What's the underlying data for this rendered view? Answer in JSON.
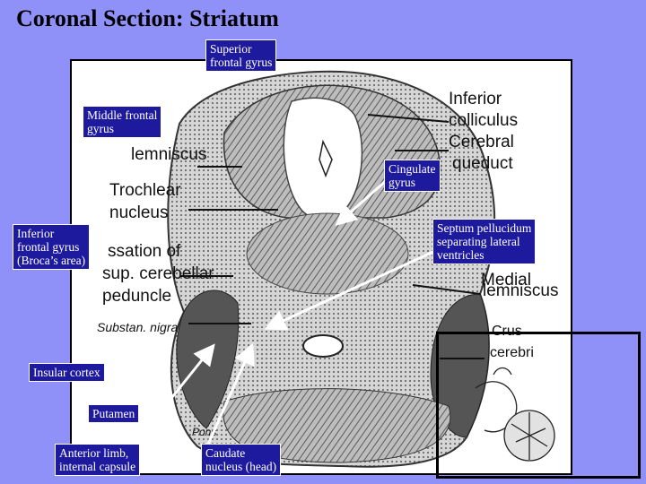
{
  "title": "Coronal Section: Striatum",
  "labels": {
    "superior_frontal": "Superior\nfrontal gyrus",
    "middle_frontal": "Middle frontal\ngyrus",
    "cingulate": "Cingulate\ngyrus",
    "septum": "Septum pellucidum\nseparating lateral\nventricles",
    "inferior_frontal": "Inferior\nfrontal gyrus\n(Broca’s area)",
    "insular": "Insular cortex",
    "putamen": "Putamen",
    "anterior_limb": "Anterior limb,\ninternal capsule",
    "caudate": "Caudate\nnucleus (head)"
  },
  "photo_text": {
    "inferior": "Inferior",
    "colliculus": "colliculus",
    "cerebral": "Cerebral",
    "aqueduct": "queduct",
    "lemniscus_top": "lemniscus",
    "trochlear": "Trochlear",
    "nucleus": "nucleus",
    "decussation": "ssation of",
    "sup_cerebellar": "sup. cerebellar",
    "peduncle": "peduncle",
    "medial": "Medial",
    "lemniscus": "lemniscus",
    "substan_nigra": "Substan. nigra",
    "crus": "Crus",
    "cerebri": "cerebri",
    "pons": "Pons"
  }
}
